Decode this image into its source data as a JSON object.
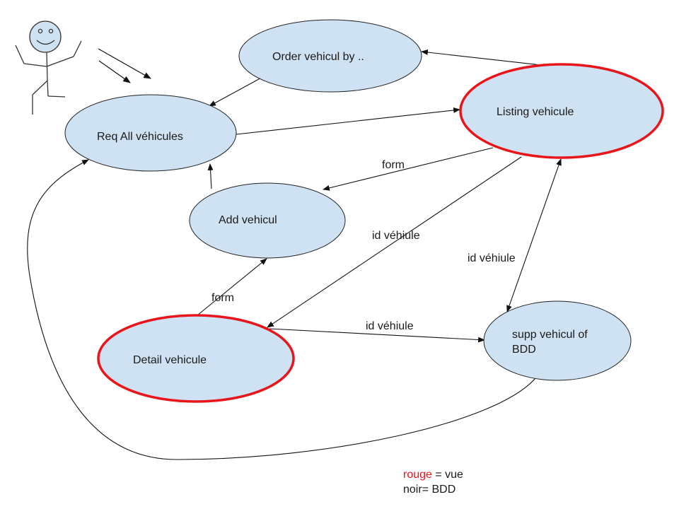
{
  "colors": {
    "node_fill": "#cfe2f3",
    "node_stroke": "#222222",
    "view_stroke": "#e8161b",
    "edge": "#111111",
    "legend_red": "#e8161b"
  },
  "nodes": {
    "order": {
      "label": "Order vehicul by .."
    },
    "req_all": {
      "label": "Req All véhicules"
    },
    "listing": {
      "label": "Listing vehicule"
    },
    "add": {
      "label": "Add vehicul"
    },
    "detail": {
      "label": "Detail vehicule"
    },
    "supp": {
      "label_line1": "supp vehicul of",
      "label_line2": "BDD"
    }
  },
  "edge_labels": {
    "listing_to_add": "form",
    "listing_to_detail": "id véhiule",
    "listing_supp": "id véhiule",
    "detail_to_add": "form",
    "detail_to_supp": "id véhiule"
  },
  "legend": {
    "red_word": "rouge",
    "red_rest": " = vue",
    "black_line": "noir= BDD"
  }
}
